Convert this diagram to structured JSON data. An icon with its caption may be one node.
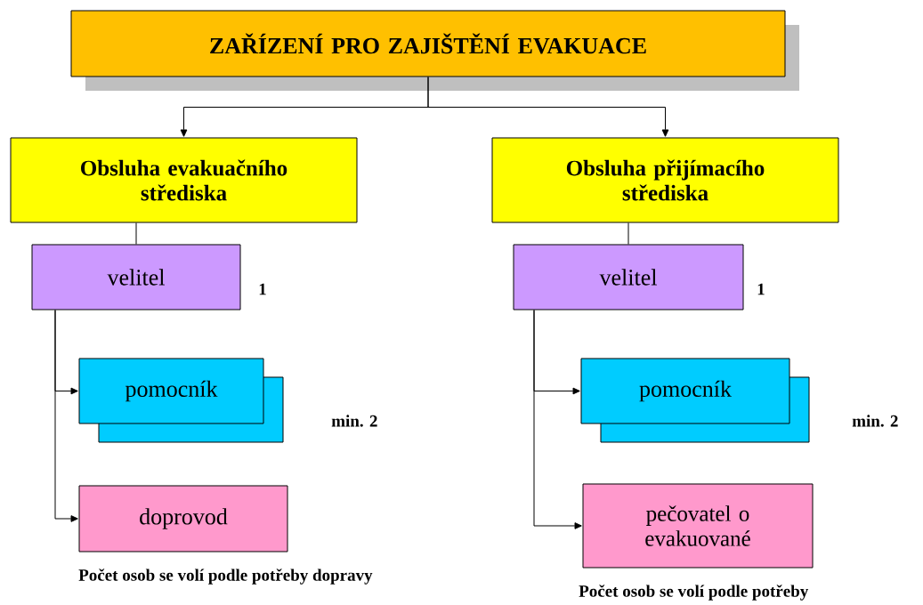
{
  "diagram": {
    "nodes": [
      {
        "text": [
          "ZAŘÍZENÍ PRO ZAJIŠTĚNÍ EVAKUACE"
        ]
      },
      {
        "text": [
          "Obsluha evakuačního střediska"
        ]
      },
      {
        "text": [
          "Obsluha přijímacího střediska"
        ]
      },
      {
        "text": [
          "velitel"
        ],
        "beside": [
          "1"
        ]
      },
      {
        "text": [
          "velitel"
        ],
        "beside": [
          "1"
        ]
      },
      {
        "text": [
          "pomocník"
        ],
        "beside": [
          "min. 2"
        ]
      },
      {
        "text": [
          "doprovod"
        ],
        "beside": [
          "Počet osob se volí podle potřeby dopravy"
        ]
      },
      {
        "text": [
          "pomocník"
        ],
        "beside": [
          "min. 2"
        ]
      },
      {
        "text": [
          "pečovatel o evakuované"
        ],
        "beside": [
          "Počet osob se volí podle potřeby"
        ]
      }
    ],
    "edges": [
      {
        "from": 0,
        "to": 1,
        "arrow": "to"
      },
      {
        "from": 0,
        "to": 2,
        "arrow": "to"
      },
      {
        "from": 1,
        "to": 3,
        "arrow": "none"
      },
      {
        "from": 3,
        "to": 5,
        "arrow": "to"
      },
      {
        "from": 3,
        "to": 6,
        "arrow": "to"
      },
      {
        "from": 2,
        "to": 4,
        "arrow": "none"
      },
      {
        "from": 4,
        "to": 7,
        "arrow": "to"
      },
      {
        "from": 4,
        "to": 8,
        "arrow": "to"
      }
    ]
  }
}
